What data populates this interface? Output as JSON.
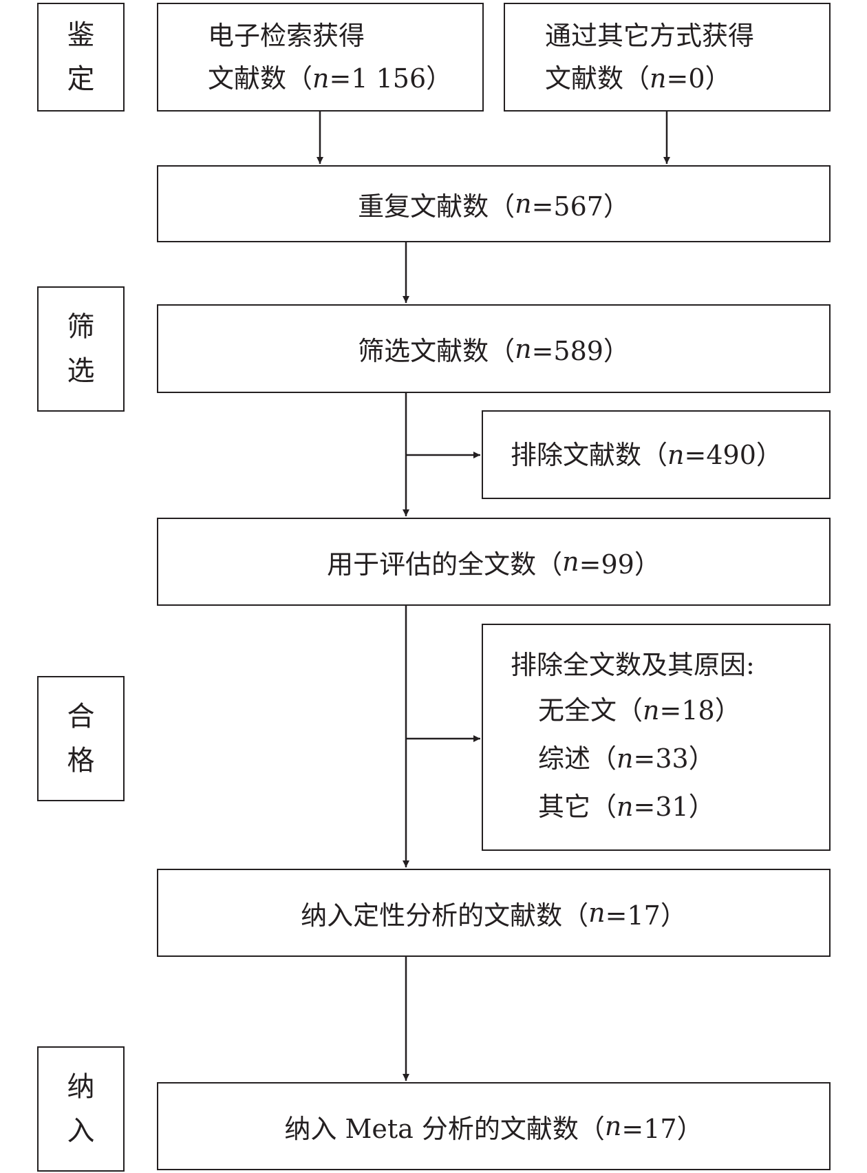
{
  "stages": {
    "identification": [
      "鉴",
      "定"
    ],
    "screening": [
      "筛",
      "选"
    ],
    "eligibility": [
      "合",
      "格"
    ],
    "included": [
      "纳",
      "入"
    ]
  },
  "boxes": {
    "electronic": {
      "line1": "电子检索获得",
      "line2_pre": "文献数（",
      "n": "n",
      "line2_post": "=1 156）"
    },
    "other": {
      "line1": "通过其它方式获得",
      "line2_pre": "文献数（",
      "n": "n",
      "line2_post": "=0）"
    },
    "duplicates": {
      "pre": "重复文献数（",
      "n": "n",
      "post": "=567）"
    },
    "screened": {
      "pre": "筛选文献数（",
      "n": "n",
      "post": "=589）"
    },
    "excluded": {
      "pre": "排除文献数（",
      "n": "n",
      "post": "=490）"
    },
    "fulltext": {
      "pre": "用于评估的全文数（",
      "n": "n",
      "post": "=99）"
    },
    "fulltext_excluded": {
      "title": "排除全文数及其原因:",
      "reasons": [
        {
          "pre": "无全文（",
          "n": "n",
          "post": "=18）"
        },
        {
          "pre": "综述（",
          "n": "n",
          "post": "=33）"
        },
        {
          "pre": "其它（",
          "n": "n",
          "post": "=31）"
        }
      ]
    },
    "qualitative": {
      "pre": "纳入定性分析的文献数（",
      "n": "n",
      "post": "=17）"
    },
    "meta": {
      "pre": "纳入 Meta 分析的文献数（",
      "n": "n",
      "post": "=17）"
    }
  }
}
